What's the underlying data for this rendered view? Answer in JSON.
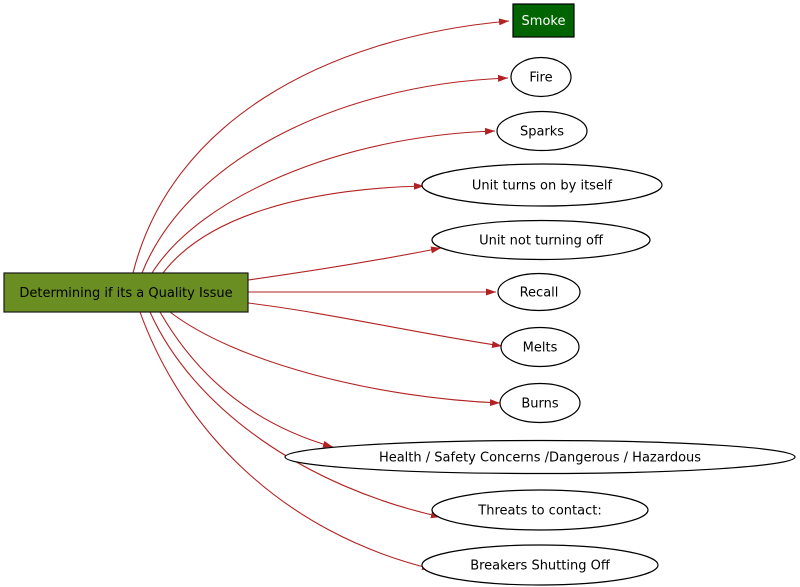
{
  "diagram": {
    "title": "Determining if its a Quality Issue flow diagram",
    "root": {
      "id": "root",
      "label": "Determining if its a Quality Issue",
      "shape": "box",
      "fill": "#6b8e23",
      "border_color": "#1a1a1a",
      "text_color": "#000000"
    },
    "nodes": [
      {
        "id": "smoke",
        "label": "Smoke",
        "shape": "box",
        "fill": "#006400",
        "text_color": "#ffffff"
      },
      {
        "id": "fire",
        "label": "Fire",
        "shape": "ellipse",
        "fill": "#ffffff",
        "text_color": "#000000"
      },
      {
        "id": "sparks",
        "label": "Sparks",
        "shape": "ellipse",
        "fill": "#ffffff",
        "text_color": "#000000"
      },
      {
        "id": "unit-turns-on-by-itself",
        "label": "Unit turns on by itself",
        "shape": "ellipse",
        "fill": "#ffffff",
        "text_color": "#000000"
      },
      {
        "id": "unit-not-turning-off",
        "label": "Unit not turning off",
        "shape": "ellipse",
        "fill": "#ffffff",
        "text_color": "#000000"
      },
      {
        "id": "recall",
        "label": "Recall",
        "shape": "ellipse",
        "fill": "#ffffff",
        "text_color": "#000000"
      },
      {
        "id": "melts",
        "label": "Melts",
        "shape": "ellipse",
        "fill": "#ffffff",
        "text_color": "#000000"
      },
      {
        "id": "burns",
        "label": "Burns",
        "shape": "ellipse",
        "fill": "#ffffff",
        "text_color": "#000000"
      },
      {
        "id": "health-safety",
        "label": "Health / Safety Concerns /Dangerous / Hazardous",
        "shape": "ellipse",
        "fill": "#ffffff",
        "text_color": "#000000"
      },
      {
        "id": "threats-to-contact",
        "label": "Threats to contact:",
        "shape": "ellipse",
        "fill": "#ffffff",
        "text_color": "#000000"
      },
      {
        "id": "breakers-shutting-off",
        "label": "Breakers Shutting Off",
        "shape": "ellipse",
        "fill": "#ffffff",
        "text_color": "#000000"
      }
    ],
    "edges": [
      {
        "from": "root",
        "to": "smoke"
      },
      {
        "from": "root",
        "to": "fire"
      },
      {
        "from": "root",
        "to": "sparks"
      },
      {
        "from": "root",
        "to": "unit-turns-on-by-itself"
      },
      {
        "from": "root",
        "to": "unit-not-turning-off"
      },
      {
        "from": "root",
        "to": "recall"
      },
      {
        "from": "root",
        "to": "melts"
      },
      {
        "from": "root",
        "to": "burns"
      },
      {
        "from": "root",
        "to": "health-safety"
      },
      {
        "from": "root",
        "to": "threats-to-contact"
      },
      {
        "from": "root",
        "to": "breakers-shutting-off"
      }
    ],
    "colors": {
      "background": "#ffffff",
      "edge": "#b22222",
      "node_border": "#000000"
    }
  }
}
